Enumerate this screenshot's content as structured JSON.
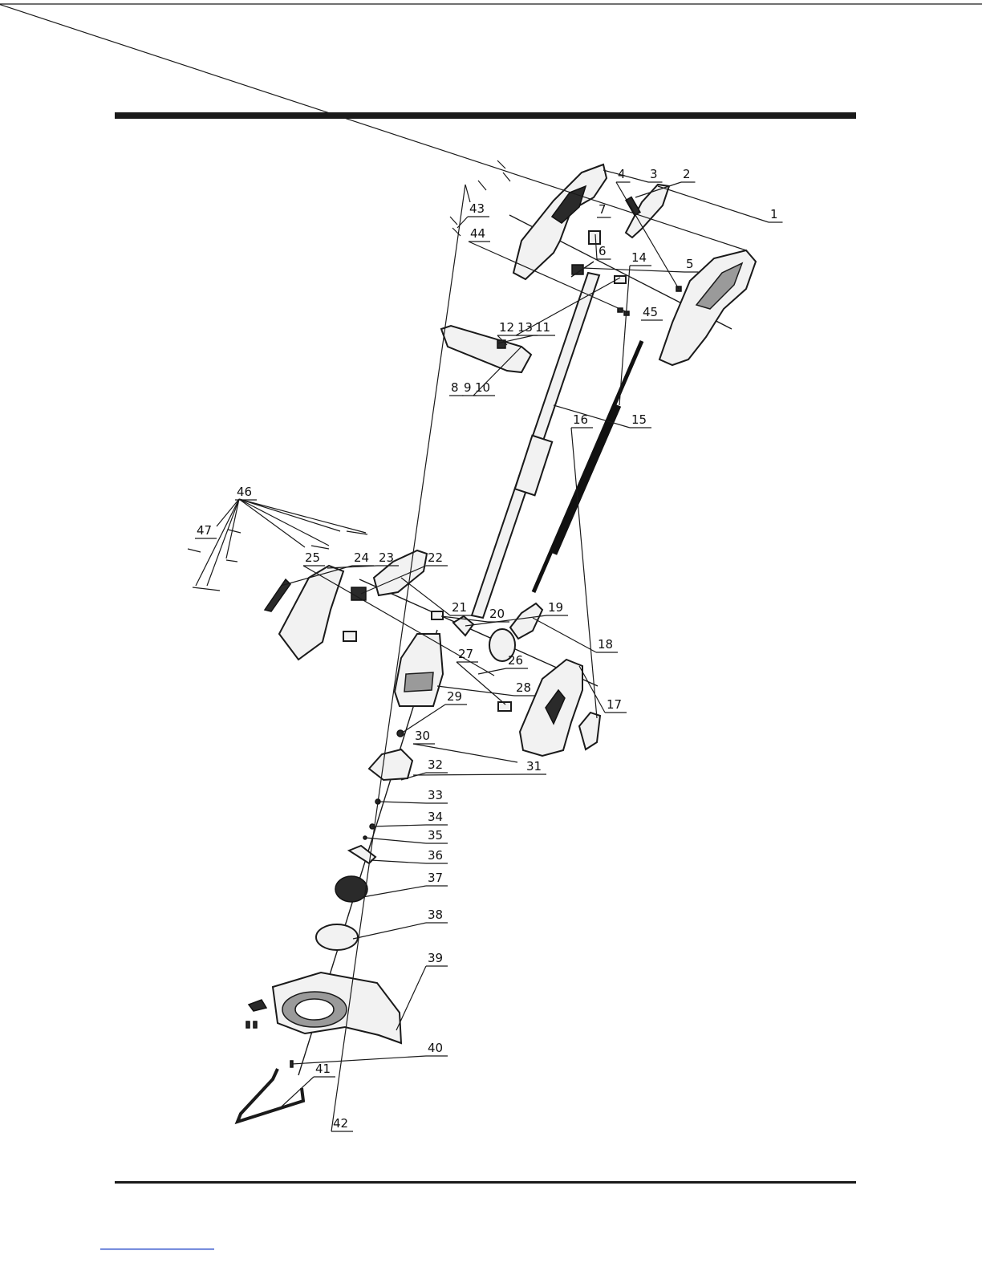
{
  "diagram": {
    "callouts": [
      {
        "id": "c1",
        "label": "1"
      },
      {
        "id": "c2",
        "label": "2"
      },
      {
        "id": "c3",
        "label": "3"
      },
      {
        "id": "c4",
        "label": "4"
      },
      {
        "id": "c5",
        "label": "5"
      },
      {
        "id": "c6",
        "label": "6"
      },
      {
        "id": "c7",
        "label": "7"
      },
      {
        "id": "c8",
        "label": "8"
      },
      {
        "id": "c9",
        "label": "9"
      },
      {
        "id": "c10",
        "label": "10"
      },
      {
        "id": "c11",
        "label": "11"
      },
      {
        "id": "c12",
        "label": "12"
      },
      {
        "id": "c13",
        "label": "13"
      },
      {
        "id": "c14",
        "label": "14"
      },
      {
        "id": "c15",
        "label": "15"
      },
      {
        "id": "c16",
        "label": "16"
      },
      {
        "id": "c17",
        "label": "17"
      },
      {
        "id": "c18",
        "label": "18"
      },
      {
        "id": "c19",
        "label": "19"
      },
      {
        "id": "c20",
        "label": "20"
      },
      {
        "id": "c21",
        "label": "21"
      },
      {
        "id": "c22",
        "label": "22"
      },
      {
        "id": "c23",
        "label": "23"
      },
      {
        "id": "c24",
        "label": "24"
      },
      {
        "id": "c25",
        "label": "25"
      },
      {
        "id": "c26",
        "label": "26"
      },
      {
        "id": "c27",
        "label": "27"
      },
      {
        "id": "c28",
        "label": "28"
      },
      {
        "id": "c29",
        "label": "29"
      },
      {
        "id": "c30",
        "label": "30"
      },
      {
        "id": "c31",
        "label": "31"
      },
      {
        "id": "c32",
        "label": "32"
      },
      {
        "id": "c33",
        "label": "33"
      },
      {
        "id": "c34",
        "label": "34"
      },
      {
        "id": "c35",
        "label": "35"
      },
      {
        "id": "c36",
        "label": "36"
      },
      {
        "id": "c37",
        "label": "37"
      },
      {
        "id": "c38",
        "label": "38"
      },
      {
        "id": "c39",
        "label": "39"
      },
      {
        "id": "c40",
        "label": "40"
      },
      {
        "id": "c41",
        "label": "41"
      },
      {
        "id": "c42",
        "label": "42"
      },
      {
        "id": "c43",
        "label": "43"
      },
      {
        "id": "c44",
        "label": "44"
      },
      {
        "id": "c45",
        "label": "45"
      },
      {
        "id": "c46",
        "label": "46"
      },
      {
        "id": "c47",
        "label": "47"
      }
    ]
  },
  "colors": {
    "ink": "#1a1a1a",
    "rule": "#222222",
    "footer_link": "#3355cc"
  }
}
